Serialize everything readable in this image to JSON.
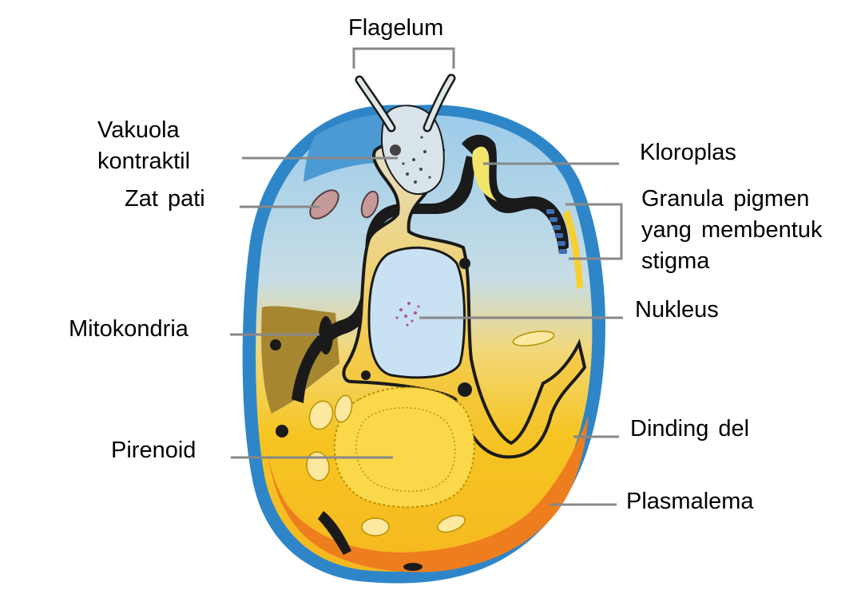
{
  "labels": {
    "flagelum": "Flagelum",
    "vakuola_line1": "Vakuola",
    "vakuola_line2": "kontraktil",
    "zat_pati": "Zat pati",
    "mitokondria": "Mitokondria",
    "pirenoid": "Pirenoid",
    "kloroplas": "Kloroplas",
    "granula_line1": "Granula pigmen",
    "granula_line2": "yang membentuk",
    "granula_line3": "stigma",
    "nukleus": "Nukleus",
    "dinding_del": "Dinding del",
    "plasmalema": "Plasmalema"
  },
  "colors": {
    "cell_wall": "#2e86c8",
    "plasmalemma_orange": "#ee7d1e",
    "cytoplasm_yellow": "#f7c41c",
    "cytoplasm_gold": "#f1b520",
    "upper_blue": "#a9d3ec",
    "nucleus_fill": "#c9e2f3",
    "mitochondria_olive": "#a6872f",
    "pyrenoid_fill": "#fbd74a",
    "outline": "#1a1a1a",
    "leader_line": "#888888"
  }
}
